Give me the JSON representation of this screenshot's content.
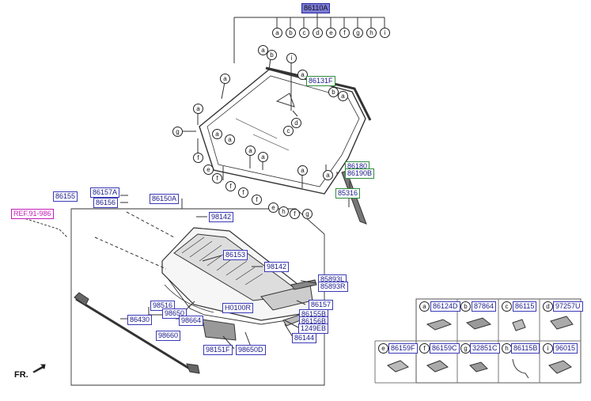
{
  "top_part": "86110A",
  "top_letters": [
    "a",
    "b",
    "c",
    "d",
    "e",
    "f",
    "g",
    "h",
    "i"
  ],
  "ref_label": "REF.91-986",
  "direction_label": "FR.",
  "parts": {
    "p86131F": "86131F",
    "p86180": "86180",
    "p86190B": "86190B",
    "p85316": "85316",
    "p86155": "86155",
    "p86157A": "86157A",
    "p86156": "86156",
    "p86150A": "86150A",
    "p98142a": "98142",
    "p98142b": "98142",
    "p86153": "86153",
    "p85893L": "85893L",
    "p85893R": "85893R",
    "p86157": "86157",
    "p86155B": "86155B",
    "p86156B": "86156B",
    "p1249EB": "1249EB",
    "p86144": "86144",
    "pH0100R": "H0100R",
    "p98516": "98516",
    "p98650": "98650",
    "p98664": "98664",
    "p86430": "86430",
    "p98660": "98660",
    "p98151F": "98151F",
    "p98650D": "98650D"
  },
  "legend": [
    {
      "letter": "a",
      "part": "86124D"
    },
    {
      "letter": "b",
      "part": "87864"
    },
    {
      "letter": "c",
      "part": "86115"
    },
    {
      "letter": "d",
      "part": "97257U"
    },
    {
      "letter": "e",
      "part": "86159F"
    },
    {
      "letter": "f",
      "part": "86159C"
    },
    {
      "letter": "g",
      "part": "32851C"
    },
    {
      "letter": "h",
      "part": "86115B"
    },
    {
      "letter": "i",
      "part": "96015"
    }
  ],
  "windshield_letters": {
    "w1": "a",
    "w2": "b",
    "w3": "i",
    "w4": "a",
    "w5": "b",
    "w6": "a",
    "w7": "a",
    "w8": "d",
    "w9": "c",
    "w10": "a",
    "w11": "g",
    "w12": "a",
    "w13": "a",
    "w14": "a",
    "w15": "a",
    "w16": "a",
    "w17": "f",
    "w18": "e",
    "w19": "f",
    "w20": "f",
    "w21": "f",
    "w22": "f",
    "w23": "e",
    "w24": "h",
    "w25": "f",
    "w26": "g",
    "w27": "a"
  }
}
